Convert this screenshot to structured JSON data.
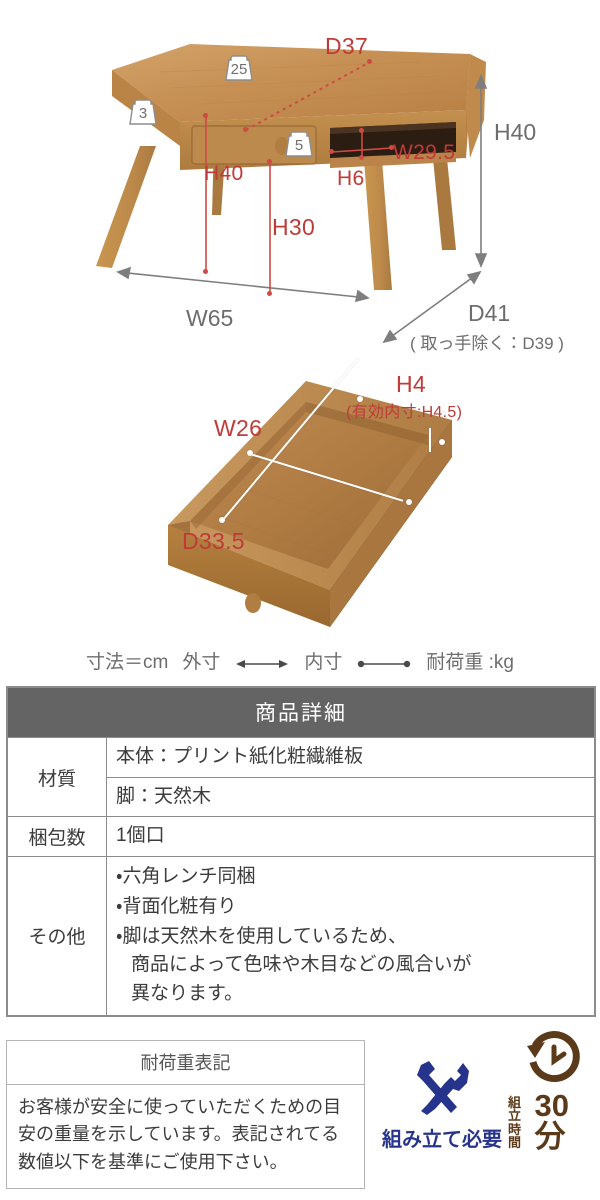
{
  "desk_diagram": {
    "name": "desk-dimension-diagram",
    "outer_dims": [
      {
        "id": "width",
        "label": "W65"
      },
      {
        "id": "height",
        "label": "H40"
      },
      {
        "id": "depth",
        "label": "D41"
      }
    ],
    "depth_note": "( 取っ手除く：D39 )",
    "inner_dims": [
      {
        "id": "top-depth",
        "label": "D37"
      },
      {
        "id": "drawer-height",
        "label": "H40"
      },
      {
        "id": "floor-clearance",
        "label": "H30"
      },
      {
        "id": "shelf-width",
        "label": "W29.5"
      },
      {
        "id": "shelf-height",
        "label": "H6"
      }
    ],
    "load_badges": [
      {
        "id": "top",
        "value": "25"
      },
      {
        "id": "drawer",
        "value": "3"
      },
      {
        "id": "shelf",
        "value": "5"
      }
    ]
  },
  "drawer_diagram": {
    "name": "drawer-dimension-diagram",
    "dims": [
      {
        "id": "drawer-width",
        "label": "W26"
      },
      {
        "id": "drawer-depth",
        "label": "D33.5"
      },
      {
        "id": "drawer-height",
        "label": "H4"
      }
    ],
    "height_note": "(有効内寸:H4.5)"
  },
  "legend": {
    "unit": "寸法＝cm",
    "outer": "外寸",
    "inner": "内寸",
    "load": "耐荷重 :kg"
  },
  "spec_table": {
    "title": "商品詳細",
    "rows": [
      {
        "key": "材質",
        "values": [
          "本体：プリント紙化粧繊維板",
          "脚：天然木"
        ]
      },
      {
        "key": "梱包数",
        "values": [
          "1個口"
        ]
      },
      {
        "key": "その他",
        "bullets": [
          {
            "text": "・六角レンチ同梱",
            "cont": []
          },
          {
            "text": "・背面化粧有り",
            "cont": []
          },
          {
            "text": "・脚は天然木を使用しているため、",
            "cont": [
              "商品によって色味や木目などの風合いが",
              "異なります。"
            ]
          }
        ]
      }
    ]
  },
  "note_box": {
    "title": "耐荷重表記",
    "lines": [
      "お客様が安全に使っていただくための目",
      "安の重量を示しています。表記されてる",
      "数値以下を基準にご使用下さい。"
    ]
  },
  "assembly": {
    "tools_label": "組み立て必要",
    "time_line1": "組立",
    "time_line2": "時間",
    "time_value": "30分"
  },
  "colors": {
    "dimension_red": "#bf3b38",
    "table_header_gray": "#646464",
    "tools_navy": "#27348b",
    "clock_brown": "#5b3a1a",
    "wood_light": "#cb9a61",
    "wood_mid": "#b7824a",
    "wood_dark": "#8e5f32"
  }
}
